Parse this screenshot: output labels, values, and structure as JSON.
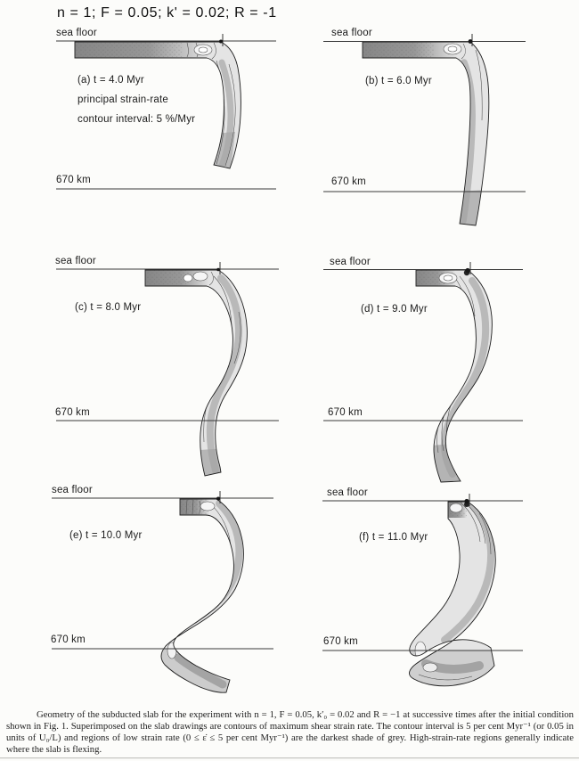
{
  "figure": {
    "title": "n = 1;  F = 0.05; k' = 0.02; R = -1"
  },
  "panels": [
    {
      "id": "a",
      "sea_floor_label": "sea floor",
      "time_label": "(a) t = 4.0 Myr",
      "annotation_line1": "principal strain-rate",
      "annotation_line2": "contour interval: 5 %/Myr",
      "depth_label": "670 km",
      "time_myr": 4.0
    },
    {
      "id": "b",
      "sea_floor_label": "sea floor",
      "time_label": "(b) t = 6.0 Myr",
      "depth_label": "670 km",
      "time_myr": 6.0
    },
    {
      "id": "c",
      "sea_floor_label": "sea floor",
      "time_label": "(c) t = 8.0 Myr",
      "depth_label": "670 km",
      "time_myr": 8.0
    },
    {
      "id": "d",
      "sea_floor_label": "sea floor",
      "time_label": "(d) t = 9.0 Myr",
      "depth_label": "670 km",
      "time_myr": 9.0
    },
    {
      "id": "e",
      "sea_floor_label": "sea floor",
      "time_label": "(e) t = 10.0 Myr",
      "depth_label": "670 km",
      "time_myr": 10.0
    },
    {
      "id": "f",
      "sea_floor_label": "sea floor",
      "time_label": "(f) t = 11.0 Myr",
      "depth_label": "670 km",
      "time_myr": 11.0
    }
  ],
  "caption": {
    "text": "Geometry of the subducted slab for the experiment with n = 1, F = 0.05, k′₀ = 0.02 and R = −1 at successive times after the initial condition shown in Fig. 1. Superimposed on the slab drawings are contours of maximum shear strain rate. The contour interval is 5 per cent Myr⁻¹ (or 0.05 in units of U₀/L) and regions of low strain rate (0 ≤ ε̇ ≤ 5 per cent Myr⁻¹) are the darkest shade of grey. High-strain-rate regions generally indicate where the slab is flexing."
  },
  "colors": {
    "plate_dark_grey": "#878787",
    "slab_light_grey": "#e4e4e4",
    "slab_core_grey": "#b4b4b4",
    "line_colour": "#3a3a3a"
  }
}
